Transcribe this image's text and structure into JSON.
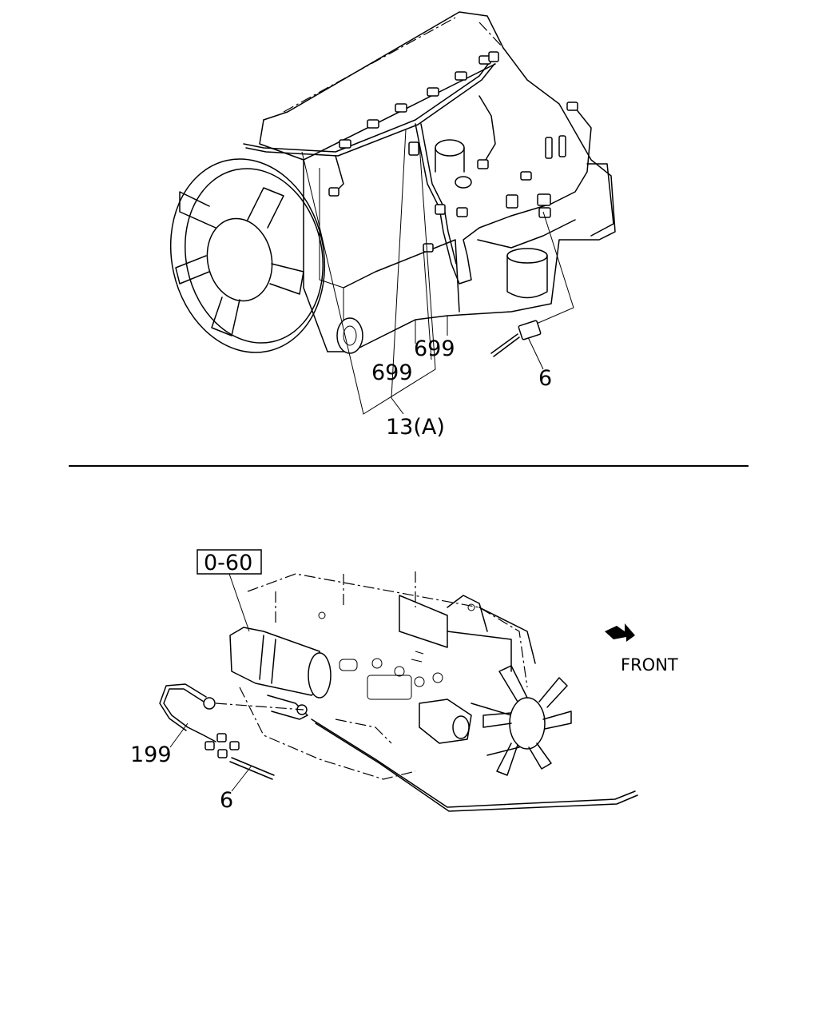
{
  "top_view": {
    "callouts": {
      "harness_a": "13(A)",
      "clip_left": "699",
      "clip_right": "699",
      "sensor": "6"
    }
  },
  "bottom_view": {
    "ref_box": "0-60",
    "callouts": {
      "cable": "199",
      "sensor": "6"
    },
    "direction_label": "FRONT"
  }
}
